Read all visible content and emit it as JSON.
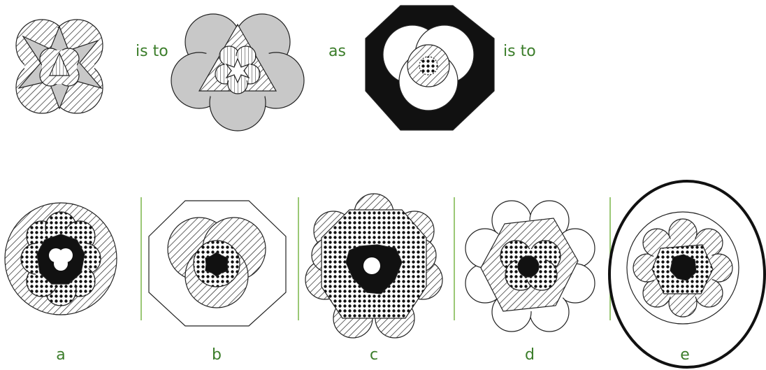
{
  "question": {
    "connector_1": "is to",
    "connector_2": "as",
    "connector_3": "is to"
  },
  "options": [
    {
      "label": "a"
    },
    {
      "label": "b"
    },
    {
      "label": "c"
    },
    {
      "label": "d"
    },
    {
      "label": "e"
    }
  ],
  "selected_option": "e",
  "colors": {
    "label_green": "#3b7d2a",
    "divider_green": "#7ab648",
    "gray_fill": "#c8c8c8",
    "stroke": "#1a1a1a"
  },
  "fill_patterns": [
    "diagonal-hatch",
    "vertical-stripes",
    "dots",
    "solid-black",
    "solid-gray",
    "white"
  ]
}
